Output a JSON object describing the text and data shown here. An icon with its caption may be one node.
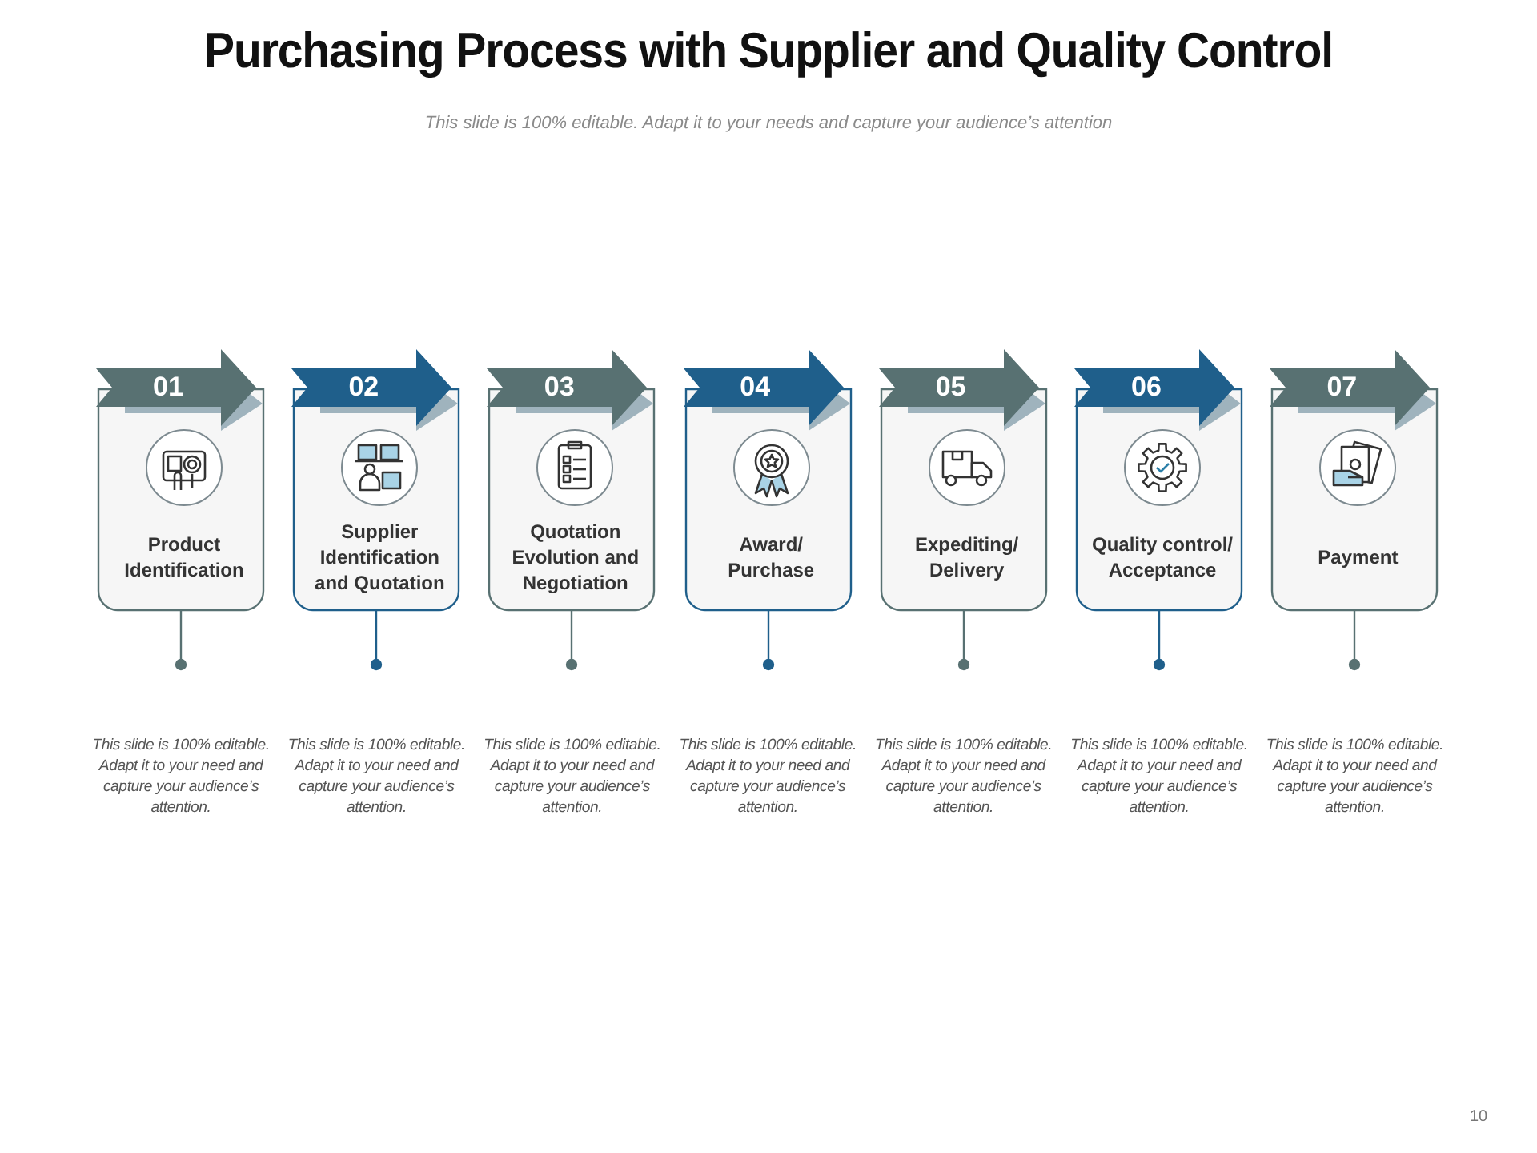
{
  "diagram": {
    "title": "Purchasing Process with Supplier and Quality Control",
    "caption": "This slide is 100% editable. Adapt it to your needs and capture your audience’s attention",
    "nodes": [
      {
        "text": [
          "01",
          "Product Identification"
        ]
      },
      {
        "text": [
          "02",
          "Supplier Identification and Quotation"
        ]
      },
      {
        "text": [
          "03",
          "Quotation Evolution and Negotiation"
        ]
      },
      {
        "text": [
          "04",
          "Award/ Purchase"
        ]
      },
      {
        "text": [
          "05",
          "Expediting/ Delivery"
        ]
      },
      {
        "text": [
          "06",
          "Quality control/ Acceptance"
        ]
      },
      {
        "text": [
          "07",
          "Payment"
        ]
      }
    ],
    "labels": [
      "This slide is 100% editable. Adapt it to your need and capture your audience’s attention.",
      "This slide is 100% editable. Adapt it to your need and capture your audience’s attention.",
      "This slide is 100% editable. Adapt it to your need and capture your audience’s attention.",
      "This slide is 100% editable. Adapt it to your need and capture your audience’s attention.",
      "This slide is 100% editable. Adapt it to your need and capture your audience’s attention.",
      "This slide is 100% editable. Adapt it to your need and capture your audience’s attention.",
      "This slide is 100% editable. Adapt it to your need and capture your audience’s attention.",
      "10"
    ]
  }
}
